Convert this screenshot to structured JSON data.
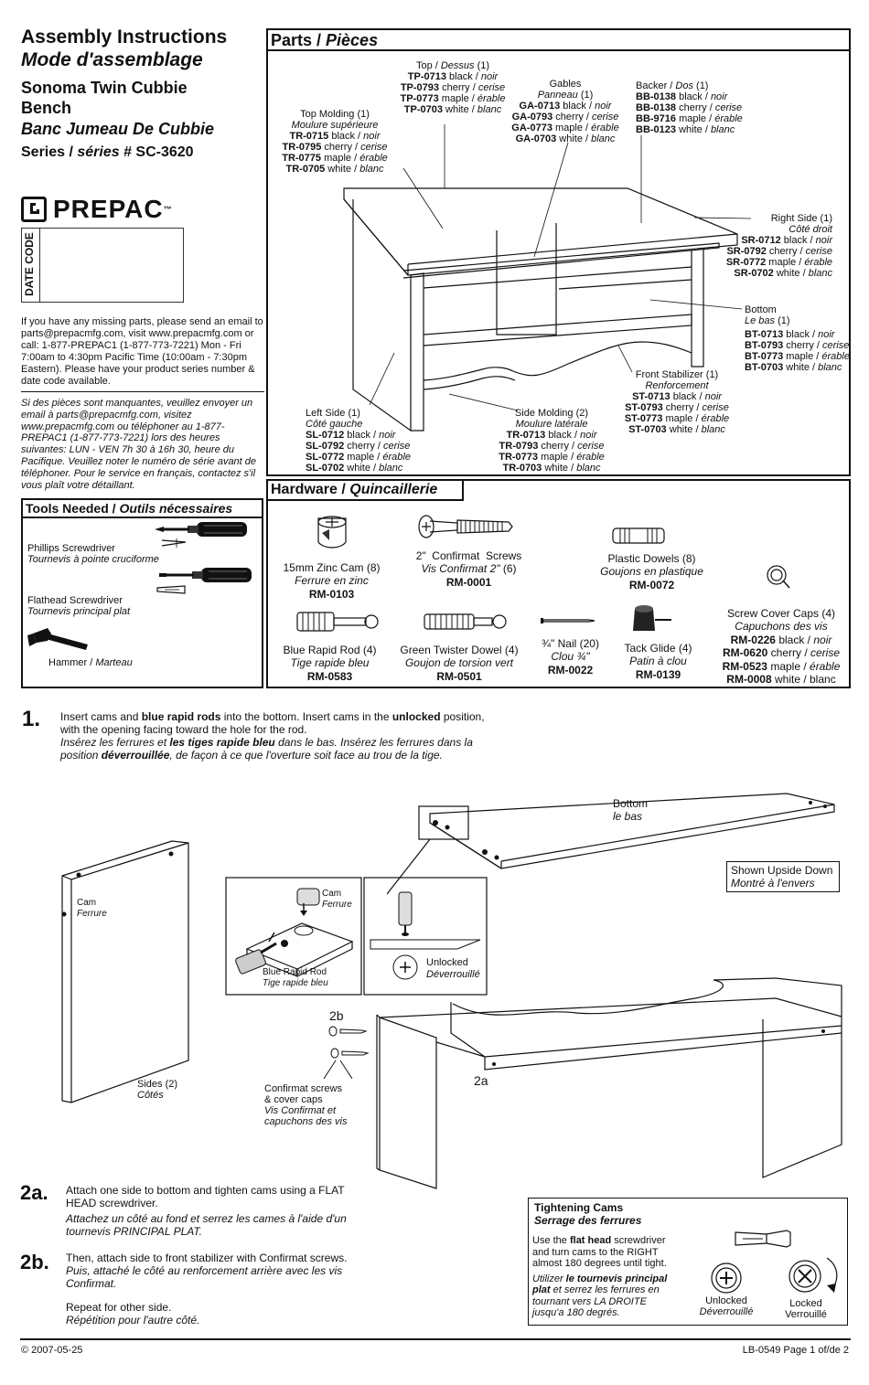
{
  "header": {
    "title_en": "Assembly Instructions",
    "title_fr": "Mode d'assemblage",
    "product_en_1": "Sonoma Twin Cubbie",
    "product_en_2": "Bench",
    "product_fr": "Banc Jumeau De Cubbie",
    "series_prefix": "Series / ",
    "series_fr": "séries",
    "series_code": " # SC-3620",
    "brand": "PREPAC",
    "brand_tm": "™",
    "date_code_label": "DATE CODE"
  },
  "contact": {
    "en": "If you have any missing parts, please send an email to parts@prepacmfg.com, visit www.prepacmfg.com or call: 1-877-PREPAC1 (1-877-773-7221) Mon - Fri 7:00am to 4:30pm Pacific Time (10:00am - 7:30pm Eastern). Please have your product series number & date code available.",
    "fr": "Si des pièces sont manquantes, veuillez envoyer un email à parts@prepacmfg.com, visitez www.prepacmfg.com ou téléphoner au 1-877-PREPAC1 (1-877-773-7221) lors des heures suivantes: LUN - VEN 7h 30 à 16h 30, heure du Pacifique. Veuillez noter le numéro de série avant de téléphoner. Pour le service en français, contactez s'il vous plaît votre détaillant."
  },
  "tools": {
    "title_en": "Tools Needed / ",
    "title_fr": "Outils nécessaires",
    "phillips_en": "Phillips Screwdriver",
    "phillips_fr": "Tournevis à pointe cruciforme",
    "flathead_en": "Flathead Screwdriver",
    "flathead_fr": "Tournevis principal plat",
    "hammer_en": "Hammer / ",
    "hammer_fr": "Marteau"
  },
  "parts": {
    "title_en": "Parts / ",
    "title_fr": "Pièces",
    "top": {
      "name": "Top / ",
      "name_fr": "Dessus",
      "qty": " (1)",
      "codes": [
        [
          "TP-0713",
          " black / ",
          "noir"
        ],
        [
          "TP-0793",
          " cherry / ",
          "cerise"
        ],
        [
          "TP-0773",
          " maple / ",
          "érable"
        ],
        [
          "TP-0703",
          " white / ",
          "blanc"
        ]
      ]
    },
    "gables": {
      "name": "Gables",
      "name_fr": "Panneau",
      "qty": " (1)",
      "codes": [
        [
          "GA-0713",
          " black / ",
          "noir"
        ],
        [
          "GA-0793",
          " cherry / ",
          "cerise"
        ],
        [
          "GA-0773",
          " maple / ",
          "érable"
        ],
        [
          "GA-0703",
          " white / ",
          "blanc"
        ]
      ]
    },
    "backer": {
      "name": "Backer / ",
      "name_fr": "Dos",
      "qty": " (1)",
      "codes": [
        [
          "BB-0138",
          " black / ",
          "noir"
        ],
        [
          "BB-0138",
          " cherry / ",
          "cerise"
        ],
        [
          "BB-9716",
          " maple / ",
          "érable"
        ],
        [
          "BB-0123",
          " white / ",
          "blanc"
        ]
      ]
    },
    "top_molding": {
      "name": "Top Molding (1)",
      "name_fr": "Moulure supérieure",
      "codes": [
        [
          "TR-0715",
          " black / ",
          "noir"
        ],
        [
          "TR-0795",
          " cherry / ",
          "cerise"
        ],
        [
          "TR-0775",
          " maple / ",
          "érable"
        ],
        [
          "TR-0705",
          " white / ",
          "blanc"
        ]
      ]
    },
    "right_side": {
      "name": "Right Side (1)",
      "name_fr": "Côté droit",
      "codes": [
        [
          "SR-0712",
          " black / ",
          "noir"
        ],
        [
          "SR-0792",
          " cherry / ",
          "cerise"
        ],
        [
          "SR-0772",
          " maple / ",
          "érable"
        ],
        [
          "SR-0702",
          " white / ",
          "blanc"
        ]
      ]
    },
    "bottom": {
      "name": "Bottom",
      "name_fr": "Le bas",
      "qty": " (1)",
      "codes": [
        [
          "BT-0713",
          " black / ",
          "noir"
        ],
        [
          "BT-0793",
          " cherry / ",
          "cerise"
        ],
        [
          "BT-0773",
          " maple / ",
          "érable"
        ],
        [
          "BT-0703",
          " white / ",
          "blanc"
        ]
      ]
    },
    "front_stabilizer": {
      "name": "Front Stabilizer (1)",
      "name_fr": "Renforcement",
      "codes": [
        [
          "ST-0713",
          " black / ",
          "noir"
        ],
        [
          "ST-0793",
          " cherry / ",
          "cerise"
        ],
        [
          "ST-0773",
          " maple / ",
          "érable"
        ],
        [
          "ST-0703",
          " white / ",
          "blanc"
        ]
      ]
    },
    "left_side": {
      "name": "Left Side (1)",
      "name_fr": "Côté gauche",
      "codes": [
        [
          "SL-0712",
          " black / ",
          "noir"
        ],
        [
          "SL-0792",
          " cherry / ",
          "cerise"
        ],
        [
          "SL-0772",
          " maple / ",
          "érable"
        ],
        [
          "SL-0702",
          " white / ",
          "blanc"
        ]
      ]
    },
    "side_molding": {
      "name": "Side Molding (2)",
      "name_fr": "Moulure latérale",
      "codes": [
        [
          "TR-0713",
          " black / ",
          "noir"
        ],
        [
          "TR-0793",
          " cherry / ",
          "cerise"
        ],
        [
          "TR-0773",
          " maple / ",
          "érable"
        ],
        [
          "TR-0703",
          " white / ",
          "blanc"
        ]
      ]
    }
  },
  "hardware": {
    "title_en": "Hardware / ",
    "title_fr": "Quincaillerie",
    "cam": {
      "name": "15mm Zinc Cam (8)",
      "name_fr": "Ferrure en zinc",
      "code": "RM-0103"
    },
    "confirmat": {
      "name": "2\"  Confirmat  Screws",
      "name_fr": "Vis Confirmat 2\" ",
      "qty": "(6)",
      "code": "RM-0001"
    },
    "dowels": {
      "name": "Plastic Dowels (8)",
      "name_fr": "Goujons en plastique",
      "code": "RM-0072"
    },
    "rod": {
      "name": "Blue Rapid Rod (4)",
      "name_fr": "Tige rapide bleu",
      "code": "RM-0583"
    },
    "twister": {
      "name": "Green Twister Dowel (4)",
      "name_fr": "Goujon de torsion vert",
      "code": "RM-0501"
    },
    "nail": {
      "name": "¾\" Nail (20)",
      "name_fr": "Clou ¾\"",
      "code": "RM-0022"
    },
    "glide": {
      "name": "Tack Glide (4)",
      "name_fr": "Patin à clou",
      "code": "RM-0139"
    },
    "caps": {
      "name": "Screw Cover Caps (4)",
      "name_fr": "Capuchons des vis",
      "codes": [
        [
          "RM-0226",
          " black / ",
          "noir"
        ],
        [
          "RM-0620",
          " cherry / ",
          "cerise"
        ],
        [
          "RM-0523",
          " maple / ",
          "érable"
        ],
        [
          "RM-0008",
          " white / blanc",
          ""
        ]
      ]
    }
  },
  "step1": {
    "num": "1.",
    "en_a": "Insert cams and ",
    "en_b": "blue rapid rods",
    "en_c": " into the bottom. Insert cams in the ",
    "en_d": "unlocked",
    "en_e": " position,",
    "en_f": "with the opening facing toward the hole for the rod.",
    "fr_a": "Insérez les ferrures et ",
    "fr_b": "les tiges rapide bleu",
    "fr_c": " dans le bas. Insérez les ferrures dans la",
    "fr_d": "position ",
    "fr_e": "déverrouillée",
    "fr_f": ", de façon à ce que l'overture soit face au trou de la tige."
  },
  "diagram": {
    "bottom_en": "Bottom",
    "bottom_fr": "le bas",
    "upside_en": "Shown Upside Down",
    "upside_fr": "Montré à l'envers",
    "cam_en": "Cam",
    "cam_fr": "Ferrure",
    "cam2_en": "Cam",
    "cam2_fr": "Ferrure",
    "rod_en": "Blue Rapid Rod",
    "rod_fr": "Tige rapide bleu",
    "unlocked_en": "Unlocked",
    "unlocked_fr": "Déverrouillé",
    "sides_en": "Sides (2)",
    "sides_fr": "Côtés",
    "label_2b": "2b",
    "label_2a": "2a",
    "confirmat_en_1": "Confirmat screws",
    "confirmat_en_2": "& cover caps",
    "confirmat_fr_1": "Vis Confirmat et",
    "confirmat_fr_2": "capuchons des vis"
  },
  "step2a": {
    "num": "2a.",
    "en": "Attach one side to bottom and tighten cams using a FLAT HEAD screwdriver.",
    "fr": "Attachez un côté au fond et serrez les cames à l'aide d'un tournevis PRINCIPAL PLAT."
  },
  "step2b": {
    "num": "2b.",
    "en": "Then, attach side to front stabilizer with Confirmat screws.",
    "fr": "Puis, attaché le côté au renforcement arrière avec les vis Confirmat.",
    "repeat_en": "Repeat for other side.",
    "repeat_fr": "Répétition pour l'autre côté."
  },
  "tightening": {
    "title_en": "Tightening Cams",
    "title_fr": "Serrage des ferrures",
    "en_a": "Use the ",
    "en_b": "flat head",
    "en_c": "  screwdriver and turn cams to the RIGHT almost 180 degrees until tight.",
    "fr_a": "Utilizer ",
    "fr_b": "le tournevis principal plat",
    "fr_c": " et serrez les ferrures en tournant vers LA DROITE jusqu'a 180 degrés.",
    "unlocked_en": "Unlocked",
    "unlocked_fr": "Déverrouillé",
    "locked_en": "Locked",
    "locked_fr": "Verrouillé"
  },
  "footer": {
    "date": "© 2007-05-25",
    "page": "LB-0549 Page 1 of/de 2"
  }
}
